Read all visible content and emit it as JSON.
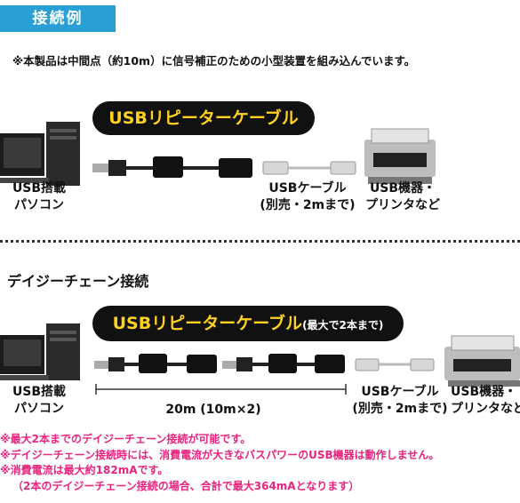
{
  "header": {
    "tag": "接続例",
    "note": "※本製品は中間点（約10m）に信号補正のための小型装置を組み込んでいます。"
  },
  "top": {
    "product": "USBリピーターケーブル",
    "pc_label": [
      "USB搭載",
      "パソコン"
    ],
    "cable_label": [
      "USBケーブル",
      "(別売・2mまで)"
    ],
    "device_label": [
      "USB機器・",
      "プリンタなど"
    ]
  },
  "daisy": {
    "title": "デイジーチェーン接続",
    "product": "USBリピーターケーブル",
    "product_note": "(最大で2本まで)",
    "pc_label": [
      "USB搭載",
      "パソコン"
    ],
    "length_label": "20m (10m×2)",
    "cable_label": [
      "USBケーブル",
      "(別売・2mまで)"
    ],
    "device_label": [
      "USB機器・",
      "プリンタなど"
    ]
  },
  "notes": [
    "※最大2本までのデイジーチェーン接続が可能です。",
    "※デイジーチェーン接続時には、消費電流が大きなバスパワーのUSB機器は動作しません。",
    "※消費電流は最大約182mAです。",
    "（2本のデイジーチェーン接続の場合、合計で最大364mAとなります）"
  ],
  "colors": {
    "tag": "#2a9fd6",
    "pill_text": "#ffd21f",
    "caution": "#e8247f"
  }
}
